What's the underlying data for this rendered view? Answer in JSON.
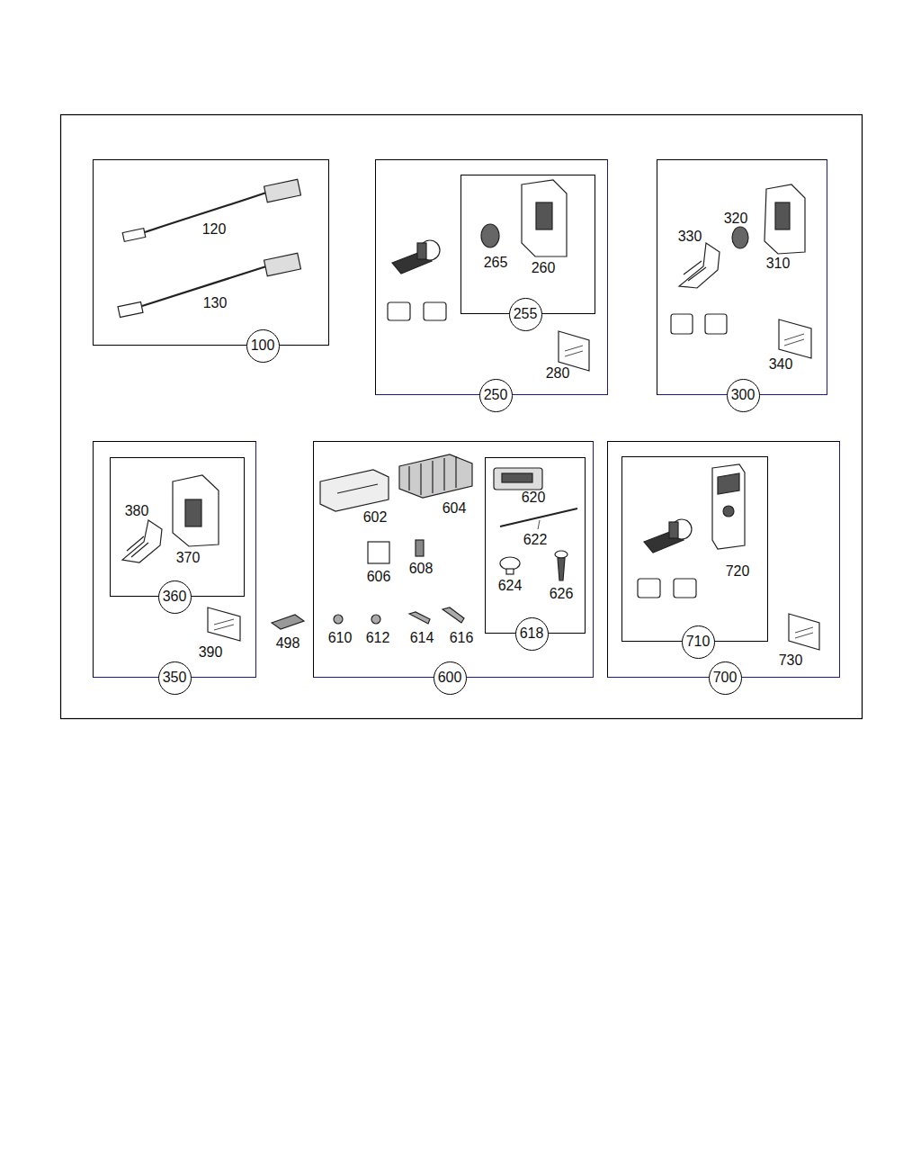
{
  "diagram": {
    "nodes": [
      {
        "text": [
          "100"
        ]
      },
      {
        "text": [
          "250"
        ]
      },
      {
        "text": [
          "255"
        ],
        "in": 1
      },
      {
        "text": [
          "300"
        ]
      },
      {
        "text": [
          "350"
        ]
      },
      {
        "text": [
          "360"
        ],
        "in": 4
      },
      {
        "text": [
          "600"
        ]
      },
      {
        "text": [
          "618"
        ],
        "in": 6
      },
      {
        "text": [
          "700"
        ]
      },
      {
        "text": [
          "710"
        ],
        "in": 8
      }
    ],
    "labels": [
      "120",
      "130",
      "265",
      "260",
      "280",
      "330",
      "320",
      "310",
      "340",
      "380",
      "370",
      "390",
      "498",
      "602",
      "604",
      "606",
      "608",
      "620",
      "622",
      "624",
      "626",
      "610",
      "612",
      "614",
      "616",
      "720",
      "730"
    ]
  }
}
